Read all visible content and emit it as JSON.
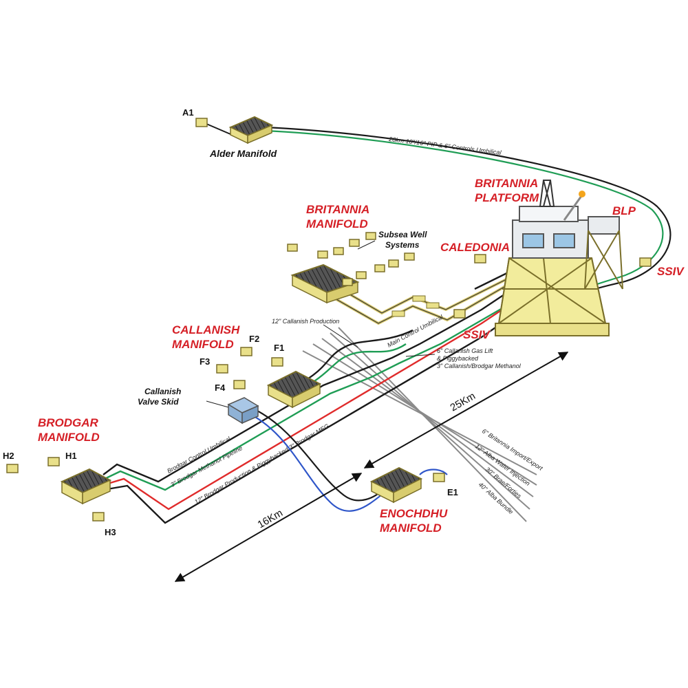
{
  "colors": {
    "label_red": "#d51f26",
    "structure_yellow": "#e9e08a",
    "structure_outline": "#7a6f2a",
    "pipe_green": "#1f9d55",
    "pipe_red": "#e02b2b",
    "pipe_black": "#1a1a1a",
    "pipe_yellow": "#d9c96b",
    "pipe_blue": "#2f56c9",
    "existing_pipe_gray": "#8a8a8a"
  },
  "manifolds": {
    "britannia": "BRITANNIA\nMANIFOLD",
    "callanish": "CALLANISH\nMANIFOLD",
    "brodgar": "BRODGAR\nMANIFOLD",
    "enochdhu": "ENOCHDHU\nMANIFOLD",
    "alder": "Alder Manifold"
  },
  "facilities": {
    "platform": "BRITANNIA\nPLATFORM",
    "blp": "BLP",
    "caledonia": "CALEDONIA",
    "ssiv_right": "SSIV",
    "ssiv_center": "SSIV",
    "valve_skid": "Callanish\nValve Skid",
    "subsea_wells": "Subsea Well\nSystems"
  },
  "wells": {
    "a1": "A1",
    "f1": "F1",
    "f2": "F2",
    "f3": "F3",
    "f4": "F4",
    "h1": "H1",
    "h2": "H2",
    "h3": "H3",
    "e1": "E1"
  },
  "pipelines": {
    "alder_pip": "28km 10\"/16\" PIP & 6\" Controls Umbilical",
    "callanish_production": "12\" Callanish Production",
    "main_umbilical": "Main Control Umbilical",
    "gas_lift": "6\" Callanish Gas Lift\n& Piggybacked\n3\" Callanish/Brodgar Methanol",
    "brodgar_umbilical": "Brodgar Control Umbilical",
    "brodgar_methanol": "3\" Brodgar Methanol Pipeline",
    "brodgar_production": "12\" Brodgar Production & Piggybacked 3\" Brodgar MEG",
    "britannia_import": "6\" Britannia Import/Export",
    "alba_water": "12\" Alba Water Injection",
    "brae_forties": "30\" Brae/Forties",
    "alba_bundle": "40\" Alba Bundle"
  },
  "distances": {
    "d25": "25Km",
    "d16": "16Km"
  }
}
